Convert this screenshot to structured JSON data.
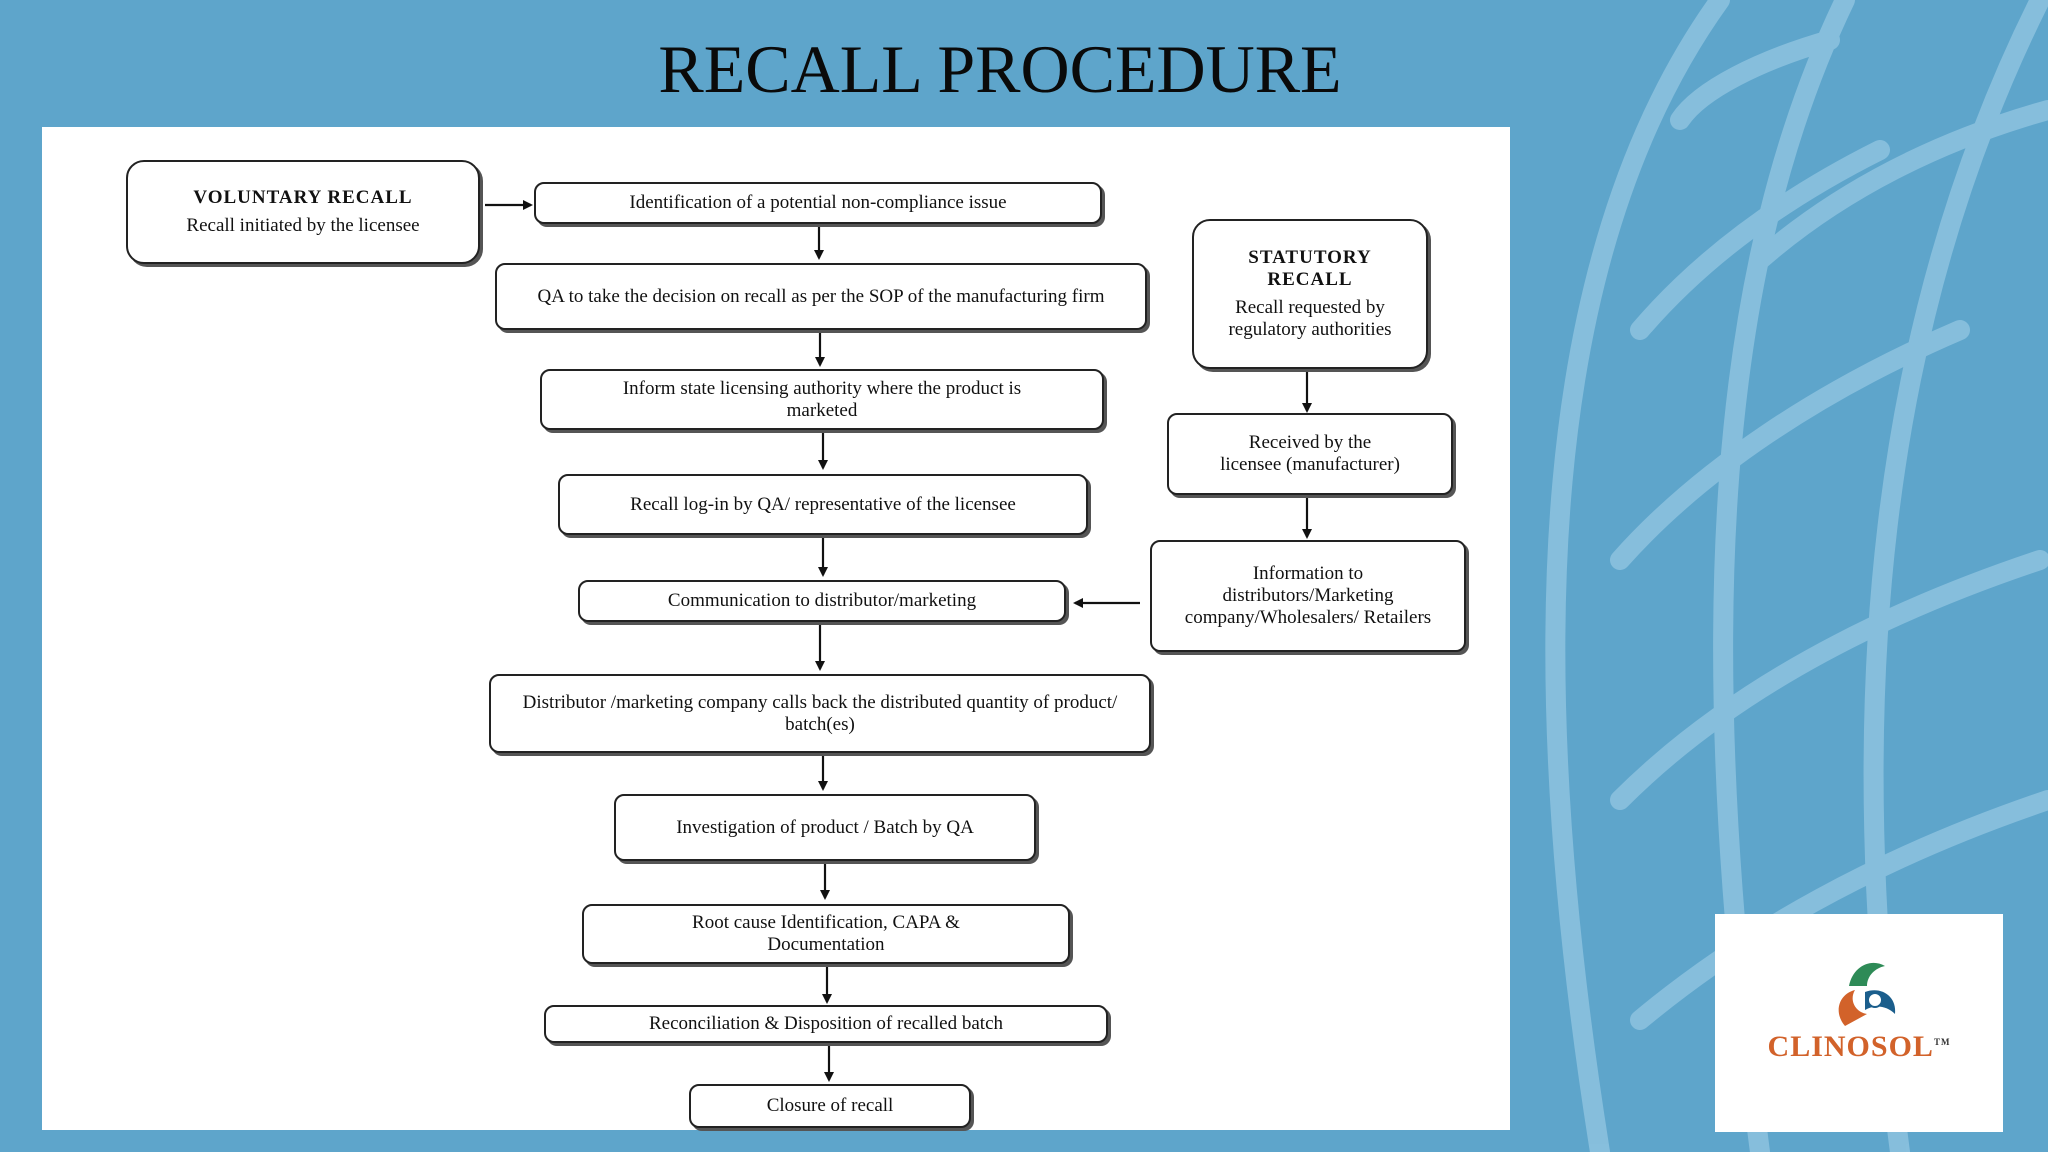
{
  "title": "RECALL PROCEDURE",
  "voluntary": {
    "heading": "VOLUNTARY RECALL",
    "text": "Recall initiated by the licensee"
  },
  "statutory": {
    "heading": "STATUTORY RECALL",
    "text": "Recall requested by regulatory authorities"
  },
  "steps": [
    "Identification of a potential non-compliance issue",
    "QA to take the decision on recall as per the SOP of the manufacturing firm",
    "Inform state licensing authority where the product is marketed",
    "Recall log-in by QA/ representative of the licensee",
    "Communication to distributor/marketing",
    "Distributor /marketing company calls back the distributed quantity of product/ batch(es)",
    "Investigation of product / Batch by QA",
    "Root cause Identification, CAPA & Documentation",
    "Reconciliation & Disposition of recalled batch",
    "Closure of recall"
  ],
  "side_steps": [
    "Received by the licensee (manufacturer)",
    "Information to distributors/Marketing company/Wholesalers/ Retailers"
  ],
  "logo": {
    "text": "CLINOSOL",
    "tm": "TM"
  },
  "colors": {
    "background": "#5ea5cb",
    "leaf": "#8ec3e0",
    "logo_orange": "#d2622a",
    "logo_green": "#2e8b57",
    "logo_blue": "#1b5e8c"
  }
}
